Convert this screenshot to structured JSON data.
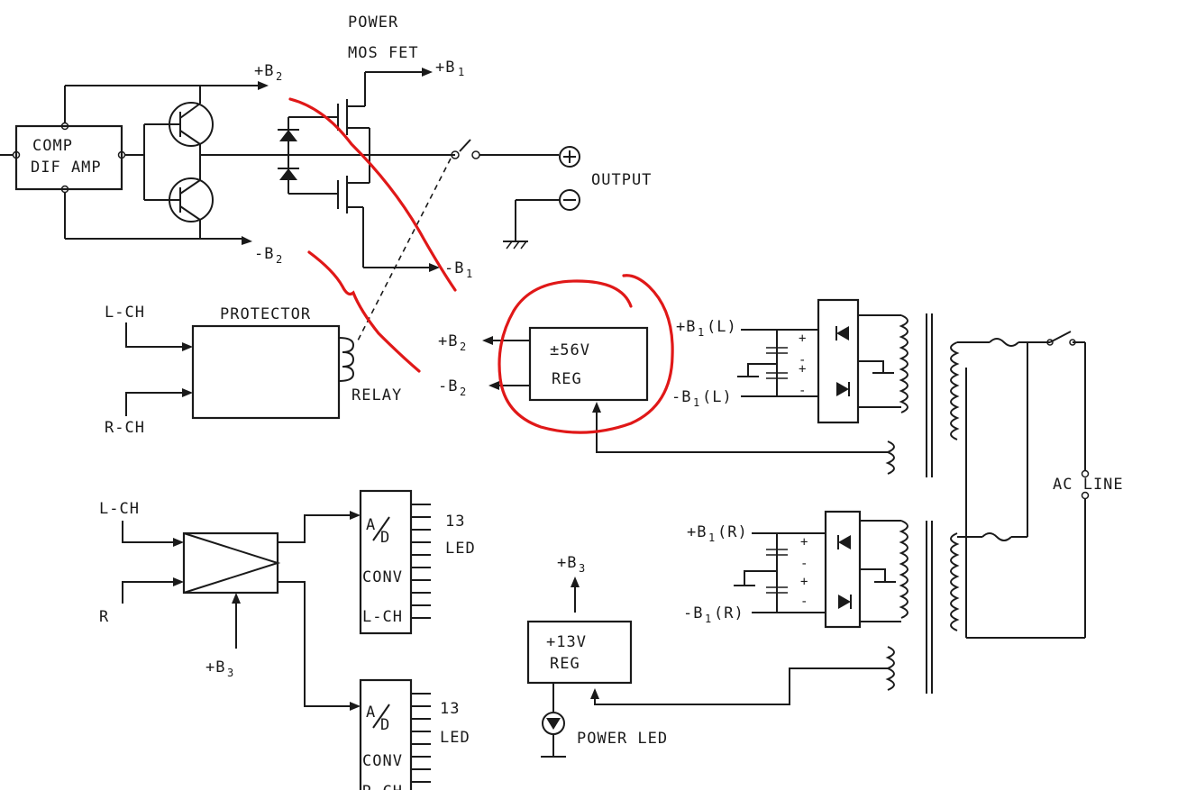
{
  "labels": {
    "power": "POWER",
    "mos_fet": "MOS FET",
    "b1_pos": "+B",
    "b1_pos_sub": "1",
    "b2_pos": "+B",
    "b2_pos_sub": "2",
    "b2_neg": "-B",
    "b2_neg_sub": "2",
    "b1_neg": "-B",
    "b1_neg_sub": "1",
    "comp": "COMP",
    "dif_amp": "DIF AMP",
    "output": "OUTPUT",
    "protector": "PROTECTOR",
    "relay": "RELAY",
    "l_ch_1": "L-CH",
    "r_ch_1": "R-CH",
    "reg56_v": "±56V",
    "reg56_reg": "REG",
    "reg_b2_pos": "+B",
    "reg_b2_pos_sub": "2",
    "reg_b2_neg": "-B",
    "reg_b2_neg_sub": "2",
    "b1l_pos": "+B",
    "b1l_pos_tail": "(L)",
    "b1l_neg": "-B",
    "b1l_neg_tail": "(L)",
    "b1r_pos": "+B",
    "b1r_pos_tail": "(R)",
    "b1r_neg": "-B",
    "b1r_neg_tail": "(R)",
    "sub_1": "1",
    "ac_line": "AC LINE",
    "l_ch_2": "L-CH",
    "r_2": "R",
    "b3_amp": "+B",
    "b3_amp_sub": "3",
    "b3_reg": "+B",
    "b3_reg_sub": "3",
    "ad_l_a": "A",
    "ad_l_d": "D",
    "conv_l": "CONV",
    "lch_ad": "L-CH",
    "led_count_l": "13",
    "led_l": "LED",
    "ad_r_a": "A",
    "ad_r_d": "D",
    "conv_r": "CONV",
    "rch_ad": "R-CH",
    "led_count_r": "13",
    "led_r": "LED",
    "reg13_v": "+13V",
    "reg13_reg": "REG",
    "power_led": "POWER LED",
    "plus": "+",
    "minus": "-"
  },
  "colors": {
    "ink": "#1a1a1a",
    "annotation": "#e01818",
    "background": "#ffffff"
  }
}
